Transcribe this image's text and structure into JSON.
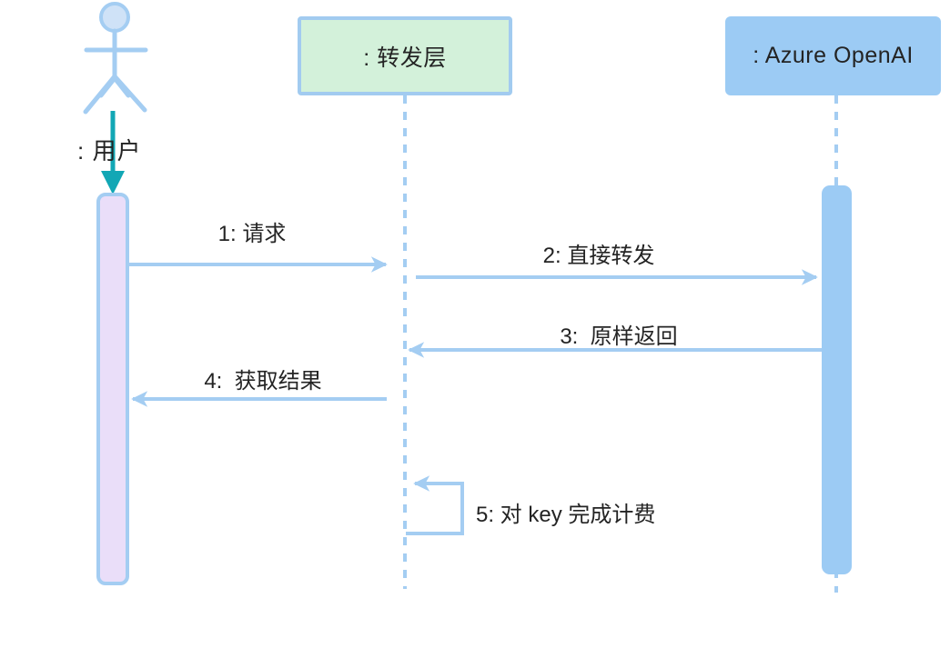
{
  "diagram": {
    "type": "uml-sequence-diagram",
    "actor": {
      "id": "user",
      "label": ": 用户"
    },
    "participants": [
      {
        "id": "forward-layer",
        "label": ": 转发层",
        "fill": "#d3f1da"
      },
      {
        "id": "azure-openai",
        "label": ": Azure OpenAI",
        "fill": "#9ccbf4"
      }
    ],
    "activations": [
      {
        "on": "user",
        "fill": "#eadef9"
      },
      {
        "on": "azure-openai",
        "fill": "#9ccbf4"
      }
    ],
    "messages": [
      {
        "seq": 1,
        "label": "1: 请求",
        "from": "user",
        "to": "forward-layer",
        "kind": "arrow-right"
      },
      {
        "seq": 2,
        "label": "2: 直接转发",
        "from": "forward-layer",
        "to": "azure-openai",
        "kind": "arrow-right"
      },
      {
        "seq": 3,
        "label": "3:  原样返回",
        "from": "azure-openai",
        "to": "forward-layer",
        "kind": "arrow-left"
      },
      {
        "seq": 4,
        "label": "4:  获取结果",
        "from": "forward-layer",
        "to": "user",
        "kind": "arrow-left"
      },
      {
        "seq": 5,
        "label": "5: 对 key 完成计费",
        "from": "forward-layer",
        "to": "forward-layer",
        "kind": "self-loop"
      }
    ],
    "colors": {
      "background": "#ffffff",
      "line_blue": "#a4cdf2",
      "azure_fill": "#9ccbf4",
      "green_fill": "#d3f1da",
      "green_border": "#a2cbf0",
      "purple_fill": "#eadef9",
      "actor_head_fill": "#cfe2f7",
      "create_arrow_teal": "#12a7b5",
      "text": "#242424"
    }
  }
}
